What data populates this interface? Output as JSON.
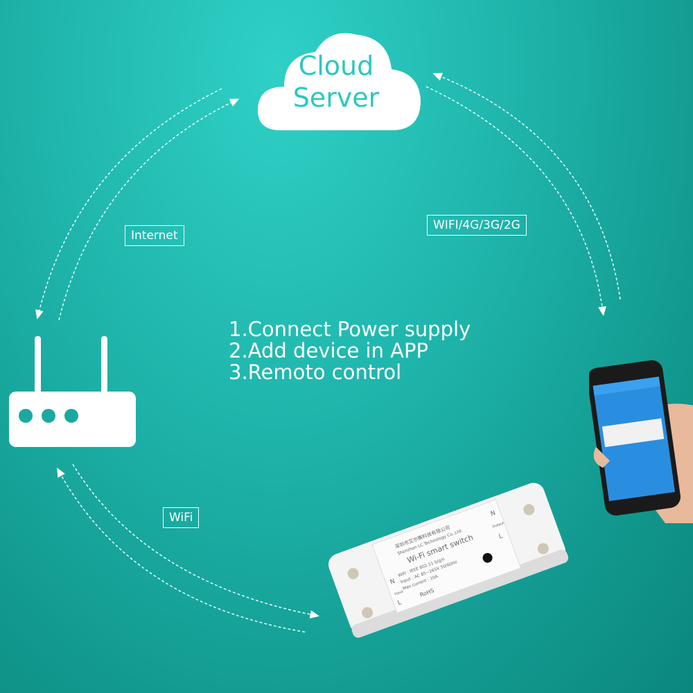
{
  "cloud": {
    "line1": "Cloud",
    "line2": "Server"
  },
  "links": {
    "internet": "Internet",
    "mobile": "WIFI/4G/3G/2G",
    "wifi": "WiFi"
  },
  "steps": [
    "1.Connect Power supply",
    "2.Add device in APP",
    "3.Remoto control"
  ],
  "device": {
    "company_cn": "深圳市艾尔赛科技有限公司",
    "company_en": "Shenzhen LC Technology Co.,Ltd.",
    "title": "Wi-Fi smart switch",
    "wifi_spec": "WiFi : IEEE 802.11 b/g/n",
    "input_spec": "Input : AC 85~265V 50/60Hz",
    "current_spec": "Max current : 10A",
    "rohs": "RoHS",
    "input_label": "Input",
    "output_label": "Output",
    "n": "N",
    "l": "L"
  },
  "colors": {
    "background": "#1fb5ac",
    "cloud_text": "#2cc8bf",
    "icon": "#ffffff"
  }
}
